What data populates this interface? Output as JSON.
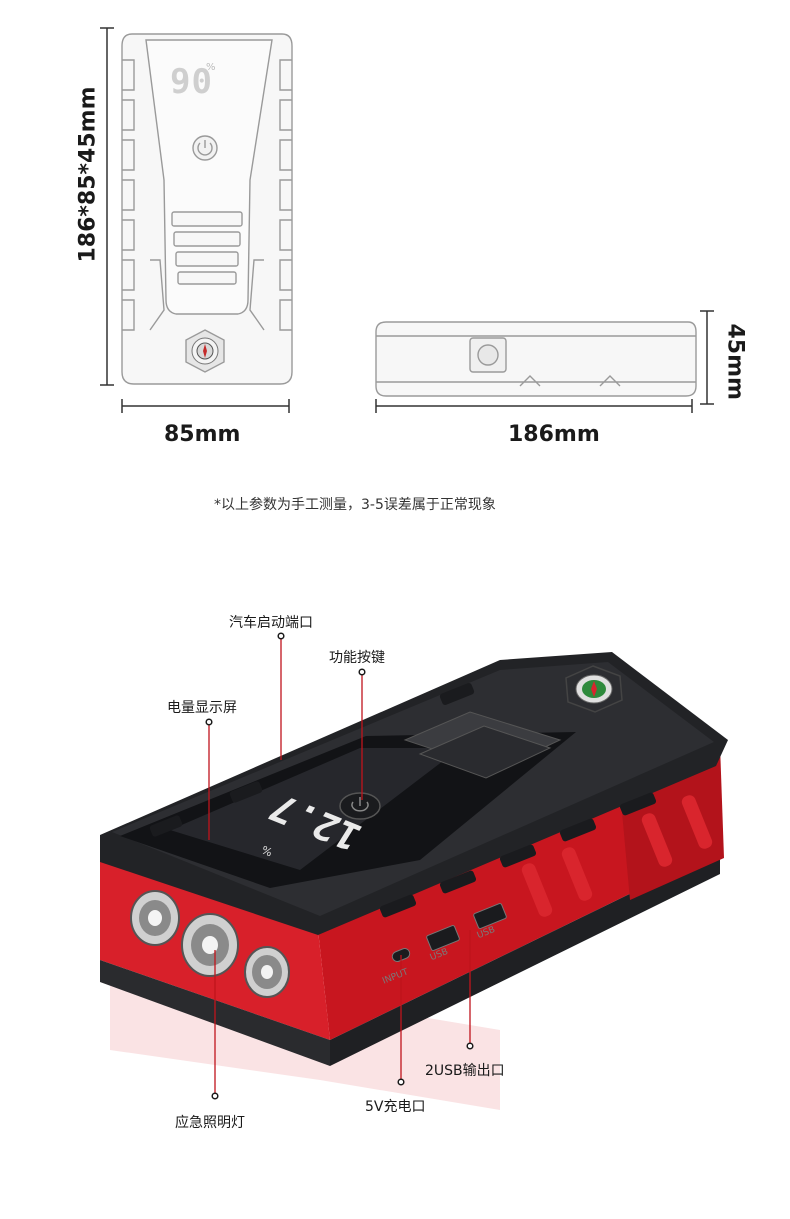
{
  "dimensions": {
    "vertical_label": "186*85*45mm",
    "width_label": "85mm",
    "length_label": "186mm",
    "height_label": "45mm"
  },
  "note": "*以上参数为手工测量，3-5误差属于正常现象",
  "front_display": {
    "percent": "90",
    "unit": "%"
  },
  "device_display": {
    "reading": "12.7",
    "unit": "%"
  },
  "callouts": {
    "car_start_port": "汽车启动端口",
    "function_key": "功能按键",
    "battery_display": "电量显示屏",
    "emergency_light": "应急照明灯",
    "charge_port": "5V充电口",
    "usb_output": "2USB输出口"
  },
  "ports": {
    "input_label": "INPUT",
    "usb_label_1": "USB",
    "usb_label_2": "USB"
  },
  "colors": {
    "body_red": "#d21c24",
    "body_black": "#1e1f22",
    "callout_line": "#c0141c"
  }
}
